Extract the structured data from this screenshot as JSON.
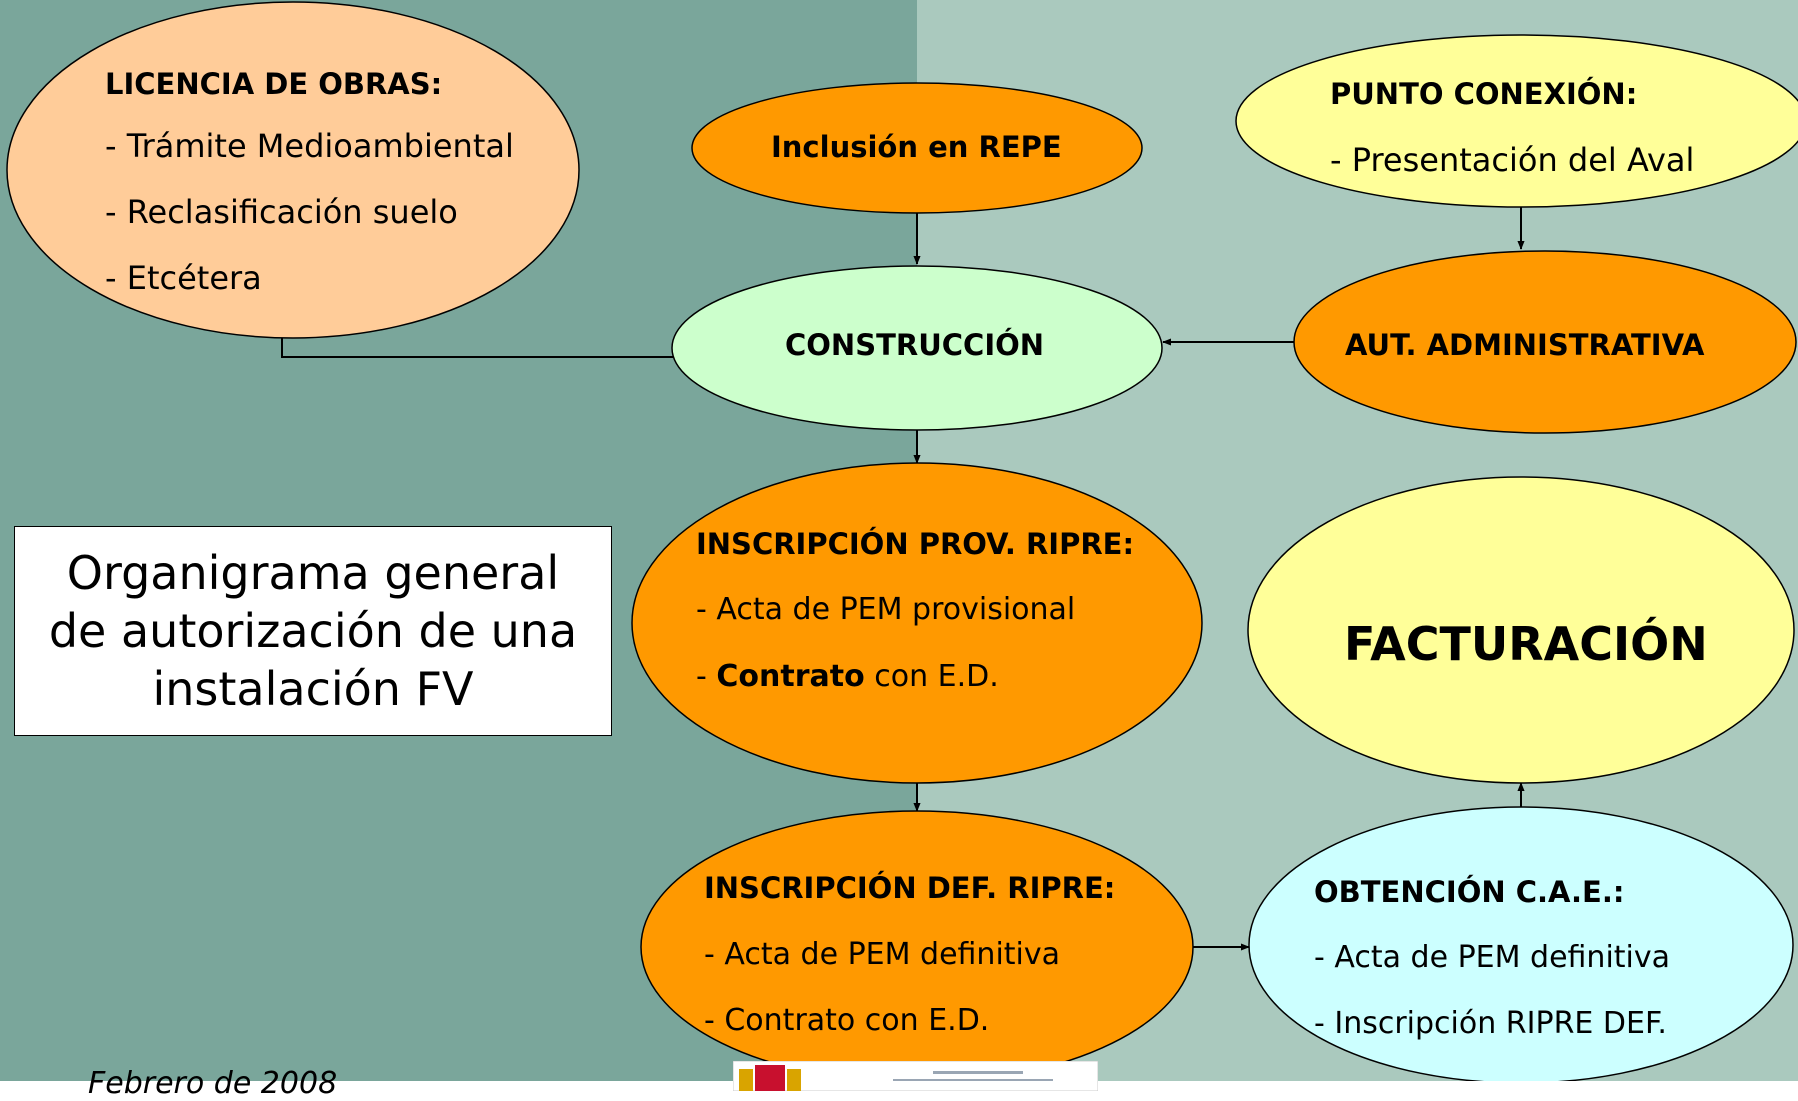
{
  "licencia": {
    "title": "LICENCIA DE OBRAS:",
    "items": [
      "- Trámite Medioambiental",
      "- Reclasificación suelo",
      "- Etcétera"
    ]
  },
  "repe": {
    "title": "Inclusión en REPE"
  },
  "punto": {
    "title": "PUNTO CONEXIÓN:",
    "items": [
      "- Presentación del Aval"
    ]
  },
  "construccion": {
    "title": "CONSTRUCCIÓN"
  },
  "aut": {
    "title": "AUT. ADMINISTRATIVA"
  },
  "prov": {
    "title": "INSCRIPCIÓN PROV. RIPRE:",
    "items": [
      "- Acta de PEM provisional"
    ],
    "contrato_prefix": "- ",
    "contrato_bold": "Contrato",
    "contrato_rest": " con E.D."
  },
  "facturacion": {
    "title": "FACTURACIÓN"
  },
  "def": {
    "title": "INSCRIPCIÓN DEF. RIPRE:",
    "items": [
      "- Acta de PEM definitiva",
      "- Contrato con E.D."
    ]
  },
  "cae": {
    "title": "OBTENCIÓN C.A.E.:",
    "items": [
      "- Acta de PEM definitiva",
      "- Inscripción RIPRE DEF."
    ]
  },
  "organigrama": {
    "lines": [
      "Organigrama general",
      "de autorización de una",
      "instalación FV"
    ]
  },
  "footer": {
    "date": "Febrero de 2008"
  },
  "colors": {
    "peach": "#ffcc99",
    "orange": "#ff9900",
    "pale_yellow": "#ffff99",
    "pale_green": "#ccffcc",
    "pale_cyan": "#ccffff",
    "bg_left": "#7aa69b",
    "bg_right": "#aac9be"
  }
}
